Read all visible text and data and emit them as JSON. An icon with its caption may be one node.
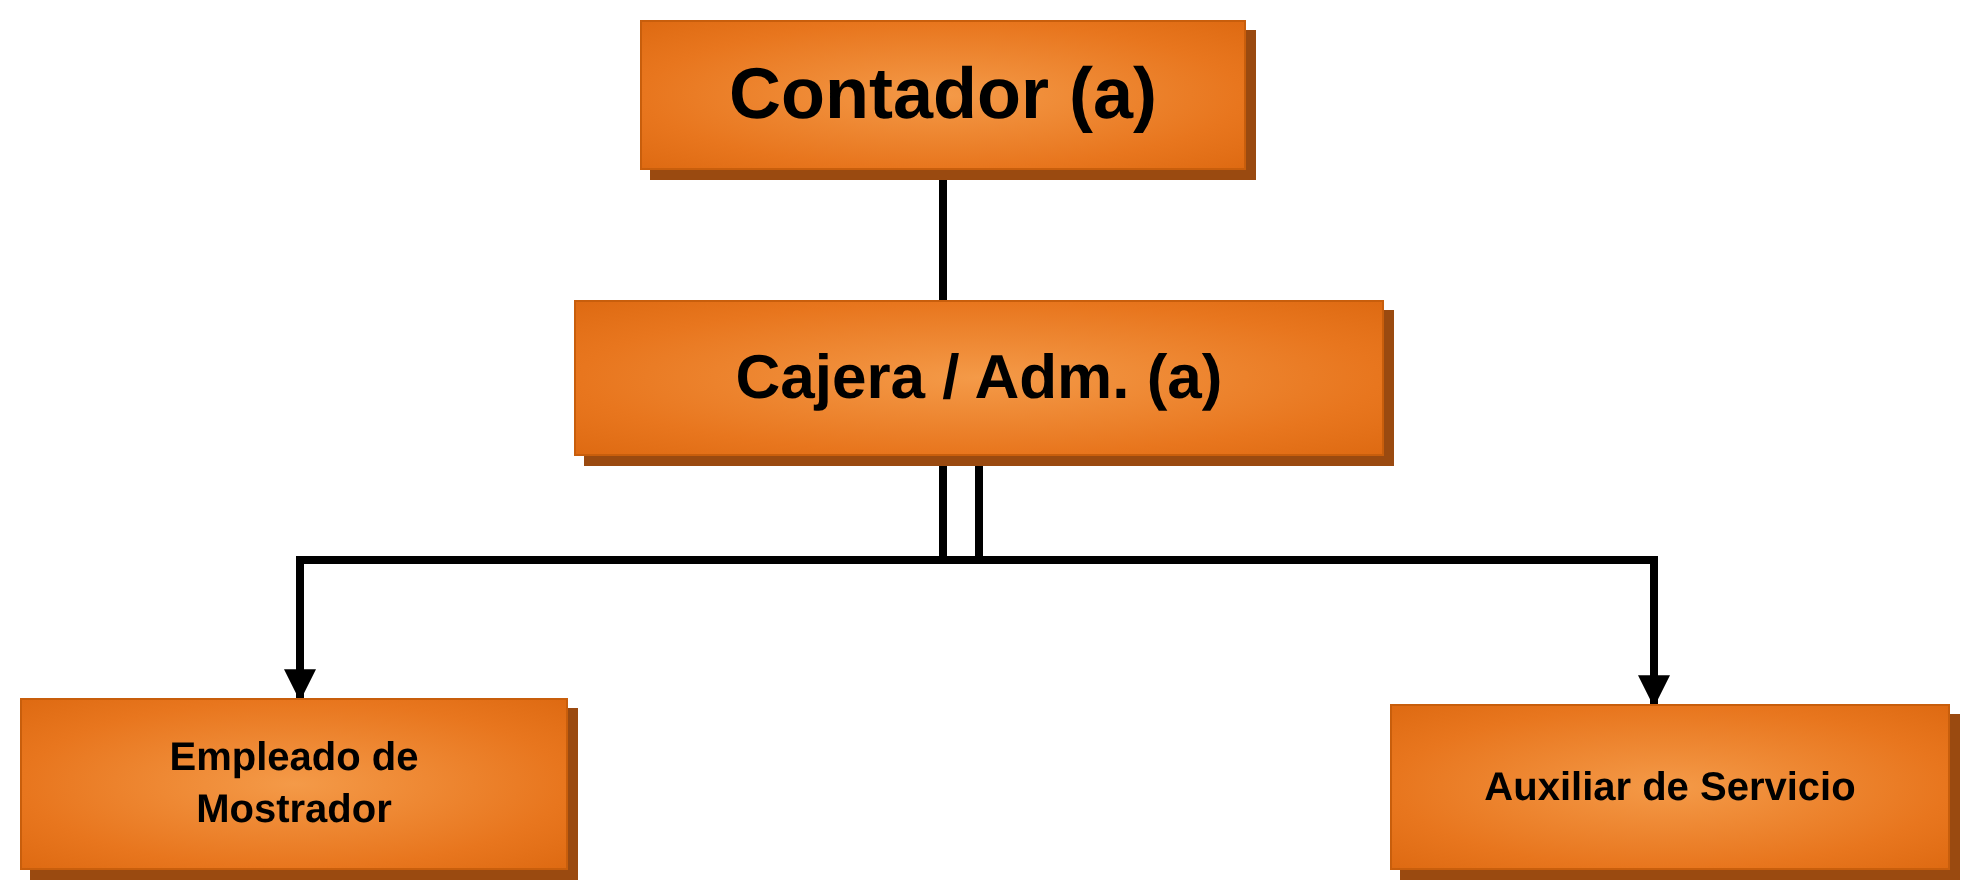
{
  "diagram": {
    "nodes": [
      {
        "text": [
          "Contador (a)"
        ]
      },
      {
        "text": [
          "Cajera / Adm. (a)"
        ]
      },
      {
        "text": [
          "Empleado de Mostrador"
        ]
      },
      {
        "text": [
          "Auxiliar de Servicio"
        ]
      }
    ],
    "edges": [
      {
        "from": 0,
        "to": 1,
        "arrow": "none"
      },
      {
        "from": 1,
        "to": 2,
        "arrow": "to"
      },
      {
        "from": 1,
        "to": 3,
        "arrow": "to"
      }
    ]
  }
}
